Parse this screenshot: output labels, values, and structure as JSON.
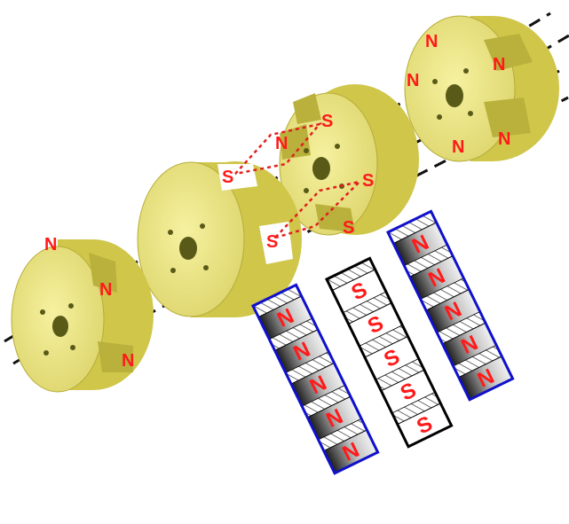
{
  "colors": {
    "disc_face": "#efe98a",
    "disc_side": "#cfc64a",
    "disc_shade": "#a9a030",
    "disc_hole": "#5a5a18",
    "label_red": "#ff1a1a",
    "strip_blue": "#1010cc",
    "strip_black": "#000000",
    "dash_red": "#e02020",
    "axis_dash": "#111111"
  },
  "disc_labels": {
    "left": [
      "N",
      "N",
      "N"
    ],
    "mid": [
      "S",
      "S"
    ],
    "mid_right": [
      "S",
      "N",
      "S",
      "S"
    ],
    "right": [
      "N",
      "N",
      "N",
      "N",
      "N"
    ]
  },
  "strips": [
    {
      "id": "strip-left",
      "border": "blue",
      "cells": [
        "N",
        "N",
        "N",
        "N",
        "N"
      ]
    },
    {
      "id": "strip-middle",
      "border": "black",
      "cells": [
        "S",
        "S",
        "S",
        "S",
        "S"
      ]
    },
    {
      "id": "strip-right",
      "border": "blue",
      "cells": [
        "N",
        "N",
        "N",
        "N",
        "N"
      ]
    }
  ]
}
